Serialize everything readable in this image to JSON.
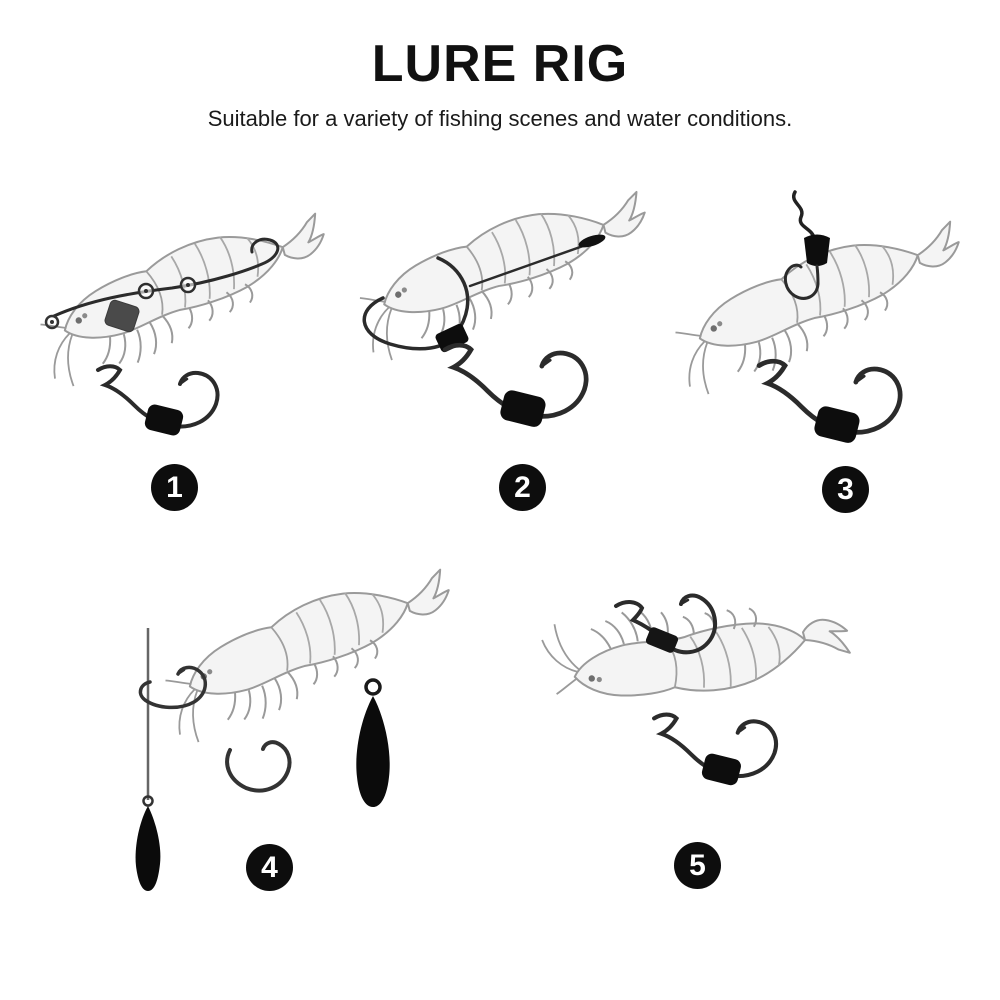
{
  "title": "LURE RIG",
  "subtitle": "Suitable for a variety of fishing scenes and water conditions.",
  "colors": {
    "background": "#ffffff",
    "title_text": "#111111",
    "subtitle_text": "#1a1a1a",
    "badge_background": "#0d0d0d",
    "badge_text": "#ffffff",
    "lure_outline": "#9a9a9a",
    "lure_fill": "#f4f4f4",
    "hook_wire": "#2b2b2b",
    "weight_fill": "#0d0d0d",
    "head_weight_fill": "#4a4a4a",
    "dropshot_line": "#666666"
  },
  "steps": [
    {
      "number": "1",
      "figure": "shrimp-lure-internal-weighted-hook-with-back-eyelets",
      "extra_item": "weighted-offset-hook"
    },
    {
      "number": "2",
      "figure": "shrimp-lure-belly-rigged-weighted-hook",
      "extra_item": "weighted-offset-hook"
    },
    {
      "number": "3",
      "figure": "shrimp-lure-top-inserted-weighted-hook-on-line",
      "extra_item": "weighted-offset-hook"
    },
    {
      "number": "4",
      "figure": "shrimp-lure-drop-shot-rig",
      "extra_items": [
        "plain-hook",
        "drop-shot-teardrop-sinker",
        "line-end-teardrop-sinker"
      ]
    },
    {
      "number": "5",
      "figure": "inverted-shrimp-lure-back-weighted-hook",
      "extra_item": "weighted-offset-hook"
    }
  ]
}
